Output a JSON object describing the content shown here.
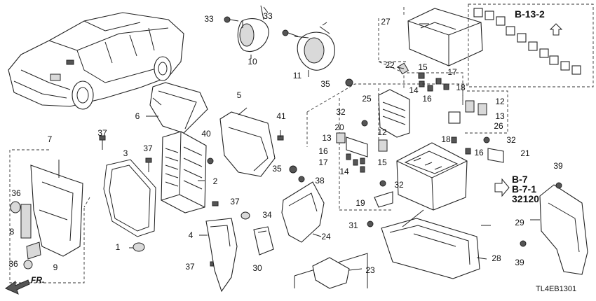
{
  "diagram": {
    "part_numbers": [
      {
        "id": "p1",
        "text": "1"
      },
      {
        "id": "p2",
        "text": "2"
      },
      {
        "id": "p3",
        "text": "3"
      },
      {
        "id": "p4",
        "text": "4"
      },
      {
        "id": "p5",
        "text": "5"
      },
      {
        "id": "p6",
        "text": "6"
      },
      {
        "id": "p7",
        "text": "7"
      },
      {
        "id": "p8",
        "text": "8"
      },
      {
        "id": "p9",
        "text": "9"
      },
      {
        "id": "p10",
        "text": "10"
      },
      {
        "id": "p11",
        "text": "11"
      },
      {
        "id": "p12a",
        "text": "12"
      },
      {
        "id": "p12b",
        "text": "12"
      },
      {
        "id": "p13a",
        "text": "13"
      },
      {
        "id": "p13b",
        "text": "13"
      },
      {
        "id": "p14a",
        "text": "14"
      },
      {
        "id": "p14b",
        "text": "14"
      },
      {
        "id": "p15a",
        "text": "15"
      },
      {
        "id": "p15b",
        "text": "15"
      },
      {
        "id": "p16a",
        "text": "16"
      },
      {
        "id": "p16b",
        "text": "16"
      },
      {
        "id": "p16c",
        "text": "16"
      },
      {
        "id": "p17a",
        "text": "17"
      },
      {
        "id": "p17b",
        "text": "17"
      },
      {
        "id": "p18a",
        "text": "18"
      },
      {
        "id": "p18b",
        "text": "18"
      },
      {
        "id": "p19",
        "text": "19"
      },
      {
        "id": "p20",
        "text": "20"
      },
      {
        "id": "p21",
        "text": "21"
      },
      {
        "id": "p22",
        "text": "22"
      },
      {
        "id": "p23",
        "text": "23"
      },
      {
        "id": "p24",
        "text": "24"
      },
      {
        "id": "p25",
        "text": "25"
      },
      {
        "id": "p26",
        "text": "26"
      },
      {
        "id": "p27",
        "text": "27"
      },
      {
        "id": "p28",
        "text": "28"
      },
      {
        "id": "p29",
        "text": "29"
      },
      {
        "id": "p30",
        "text": "30"
      },
      {
        "id": "p31",
        "text": "31"
      },
      {
        "id": "p32a",
        "text": "32"
      },
      {
        "id": "p32b",
        "text": "32"
      },
      {
        "id": "p32c",
        "text": "32"
      },
      {
        "id": "p33a",
        "text": "33"
      },
      {
        "id": "p33b",
        "text": "33"
      },
      {
        "id": "p34",
        "text": "34"
      },
      {
        "id": "p35a",
        "text": "35"
      },
      {
        "id": "p35b",
        "text": "35"
      },
      {
        "id": "p36a",
        "text": "36"
      },
      {
        "id": "p36b",
        "text": "36"
      },
      {
        "id": "p37a",
        "text": "37"
      },
      {
        "id": "p37b",
        "text": "37"
      },
      {
        "id": "p37c",
        "text": "37"
      },
      {
        "id": "p37d",
        "text": "37"
      },
      {
        "id": "p38",
        "text": "38"
      },
      {
        "id": "p39a",
        "text": "39"
      },
      {
        "id": "p39b",
        "text": "39"
      },
      {
        "id": "p40",
        "text": "40"
      },
      {
        "id": "p41",
        "text": "41"
      }
    ],
    "section_refs": {
      "b13_2": "B-13-2",
      "b7": "B-7",
      "b7_1": "B-7-1",
      "part_32120": "32120"
    },
    "front_arrow_label": "FR.",
    "diagram_code": "TL4EB1301"
  }
}
